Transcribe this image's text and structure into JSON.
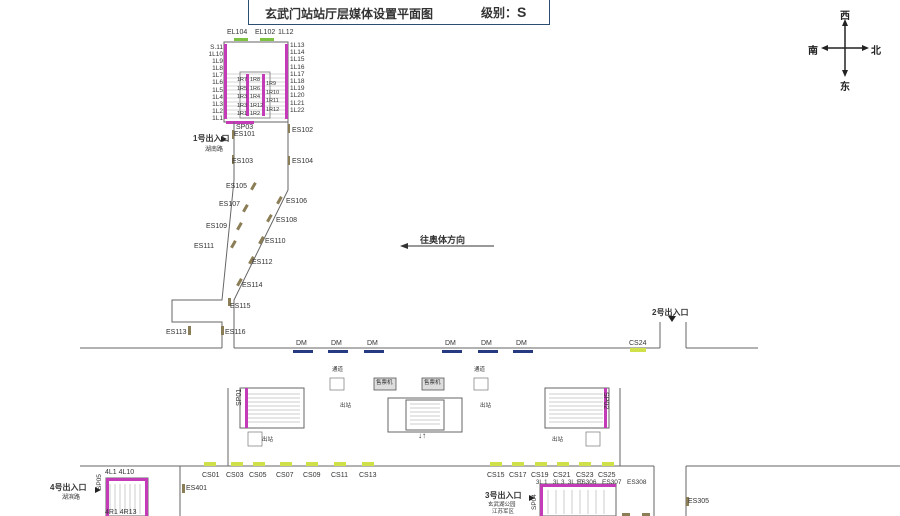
{
  "title": "玄武门站站厅层媒体设置平面图",
  "level_label": "级别：",
  "level_value": "S",
  "compass": {
    "west": "西",
    "south": "南",
    "north": "北",
    "east": "东"
  },
  "direction_text": "往奥体方向",
  "colors": {
    "line": "#555555",
    "track": "#8a8a8a",
    "ad_tan": "#8b7d56",
    "dm_blue": "#253a80",
    "cs_yellow": "#cfe04a",
    "magenta": "#c43bb8",
    "green": "#7dc242",
    "frame": "#2a4f73"
  },
  "exits": {
    "e1": "1号出入口",
    "e1_road": "湖南路",
    "e2": "2号出入口",
    "e3": "3号出入口",
    "e3_road": "玄武湖公园",
    "e3_road2": "江苏军区",
    "e4": "4号出入口",
    "e4_road": "湖滨路"
  },
  "top_labels": {
    "el104": "EL104",
    "el102": "EL102",
    "l12": "1L12",
    "sp03": "SP03",
    "es101": "ES101"
  },
  "left_col": [
    "S.11",
    "1L10",
    "1L9",
    "1L8",
    "1L7",
    "1L6",
    "1L5",
    "1L4",
    "1L3",
    "1L2",
    "1L1"
  ],
  "right_col": [
    "1L13",
    "1L14",
    "1L15",
    "1L16",
    "1L17",
    "1L18",
    "1L19",
    "1L20",
    "1L21",
    "1L22"
  ],
  "mid_col": [
    "1R7",
    "1R5",
    "1R3",
    "1R3",
    "1R1"
  ],
  "mid_col2": [
    "1R8",
    "1R6",
    "1R4",
    "1R12",
    "1R2"
  ],
  "mid_col3": [
    "1R9",
    "1R10",
    "1R11",
    "1R12"
  ],
  "es_labels": [
    {
      "t": "ES102"
    },
    {
      "t": "ES103"
    },
    {
      "t": "ES104"
    },
    {
      "t": "ES105"
    },
    {
      "t": "ES106"
    },
    {
      "t": "ES107"
    },
    {
      "t": "ES108"
    },
    {
      "t": "ES109"
    },
    {
      "t": "ES110"
    },
    {
      "t": "ES111"
    },
    {
      "t": "ES112"
    },
    {
      "t": "ES114"
    },
    {
      "t": "ES115"
    },
    {
      "t": "ES113"
    },
    {
      "t": "ES116"
    }
  ],
  "dm_labels": [
    "DM",
    "DM",
    "DM",
    "DM",
    "DM",
    "DM"
  ],
  "cs24": "CS24",
  "sp01": "SP01",
  "sp02": "SP02",
  "sp04": "SP04",
  "sp05": "SP05",
  "platform": {
    "up_text": "通道",
    "down_text": "出站",
    "mid_text": "售票机",
    "arrows": "↓↑"
  },
  "cs_left": [
    "CS01",
    "CS03",
    "CS05",
    "CS07",
    "CS09",
    "CS11",
    "CS13"
  ],
  "cs_right": [
    "CS15",
    "CS17",
    "CS19",
    "CS21",
    "CS23",
    "CS25"
  ],
  "cs_right2": [
    "3L 1",
    "3L 3",
    "3L 10",
    "ES306",
    "ES307",
    "ES308"
  ],
  "es401": "ES401",
  "es305": "ES305",
  "e4_top": "4L1 4L10",
  "e4_bottom": "4R1 4R13"
}
